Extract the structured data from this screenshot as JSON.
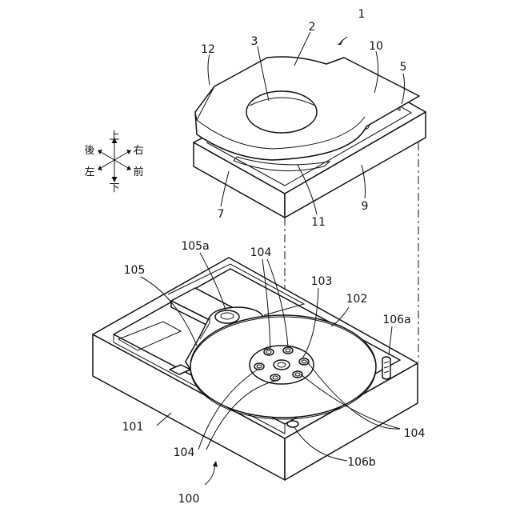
{
  "directions": {
    "up": "上",
    "down": "下",
    "left": "左",
    "right": "右",
    "front": "前",
    "back": "後"
  },
  "labels": {
    "l1": "1",
    "l2": "2",
    "l3": "3",
    "l5": "5",
    "l7": "7",
    "l9": "9",
    "l10": "10",
    "l11": "11",
    "l12": "12",
    "l100": "100",
    "l101": "101",
    "l102": "102",
    "l103": "103",
    "l104_top": "104",
    "l104_right": "104",
    "l104_left": "104",
    "l105": "105",
    "l105a": "105a",
    "l106a": "106a",
    "l106b": "106b"
  }
}
